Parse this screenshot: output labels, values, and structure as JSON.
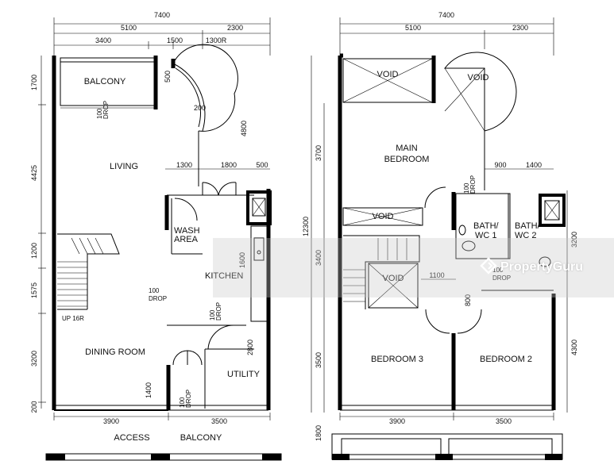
{
  "lower": {
    "dims_top": [
      "7400",
      "5100",
      "2300",
      "3400",
      "1500",
      "1300R"
    ],
    "dims_left": [
      "1700",
      "4425",
      "1200",
      "1575",
      "3200",
      "200"
    ],
    "dims_inner": [
      "500",
      "4800",
      "200",
      "1300",
      "1800",
      "500",
      "1600",
      "2800",
      "1400"
    ],
    "dims_bottom": [
      "3900",
      "3500"
    ],
    "rooms": {
      "balcony": "BALCONY",
      "living": "LIVING",
      "wash": "WASH",
      "area": "AREA",
      "kitchen": "KITCHEN",
      "dining": "DINING ROOM",
      "utility": "UTILITY",
      "access": "ACCESS",
      "balcony_bottom": "BALCONY"
    },
    "notes": {
      "drop1_a": "100",
      "drop1_b": "DROP",
      "drop2_a": "100",
      "drop2_b": "DROP",
      "drop3_a": "100",
      "drop3_b": "DROP",
      "drop4_a": "100",
      "drop4_b": "DROP",
      "stair": "UP 16R"
    }
  },
  "upper": {
    "dims_top": [
      "7400",
      "5100",
      "2300"
    ],
    "dims_left": [
      "3700",
      "12300",
      "3400",
      "3500"
    ],
    "dims_right": [
      "3200",
      "4300"
    ],
    "dims_inner": [
      "900",
      "1400",
      "1100",
      "800"
    ],
    "dims_bottom": [
      "3900",
      "3500",
      "1800"
    ],
    "rooms": {
      "void1": "VOID",
      "void2": "VOID",
      "void3": "VOID",
      "void4": "VOID",
      "main1": "MAIN",
      "main2": "BEDROOM",
      "bath1a": "BATH/",
      "bath1b": "WC 1",
      "bath2a": "BATH/",
      "bath2b": "WC 2",
      "bed3": "BEDROOM 3",
      "bed2": "BEDROOM 2"
    },
    "notes": {
      "drop_a": "100",
      "drop_b": "DROP",
      "drop2_a": "100",
      "drop2_b": "DROP"
    }
  },
  "watermark": "PropertyGuru",
  "icons": [
    "arrow-up-icon",
    "lift-shaft-icon",
    "wc-icon",
    "sink-icon"
  ]
}
